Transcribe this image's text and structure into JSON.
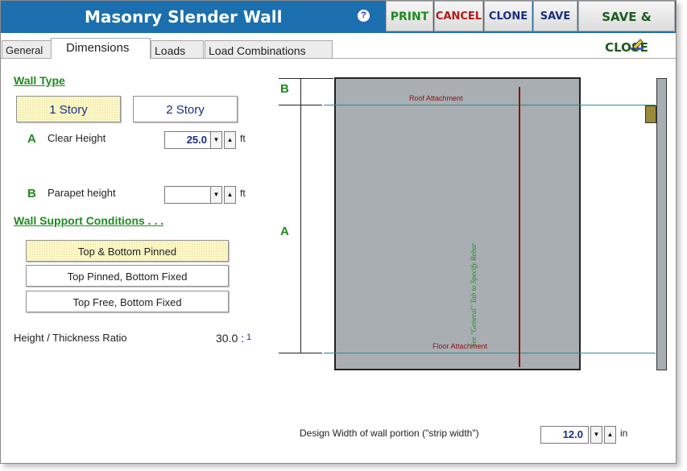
{
  "window": {
    "title": "Masonry Slender Wall",
    "help": "?"
  },
  "toolbar": {
    "print": "PRINT",
    "cancel": "CANCEL",
    "clone": "CLONE",
    "save": "SAVE",
    "save_close": "SAVE & CLOSE"
  },
  "tabs": [
    "General",
    "Dimensions",
    "Loads",
    "Load Combinations"
  ],
  "wall_type": {
    "heading": "Wall Type",
    "options": [
      "1 Story",
      "2 Story"
    ],
    "selected": "1 Story"
  },
  "clear_height": {
    "letter": "A",
    "label": "Clear Height",
    "value": "25.0",
    "unit": "ft"
  },
  "parapet_height": {
    "letter": "B",
    "label": "Parapet height",
    "value": "",
    "unit": "ft"
  },
  "support": {
    "heading": "Wall Support Conditions . . .",
    "options": [
      "Top & Bottom Pinned",
      "Top Pinned, Bottom Fixed",
      "Top Free, Bottom Fixed"
    ],
    "selected": "Top & Bottom Pinned"
  },
  "ratio": {
    "label": "Height / Thickness Ratio",
    "value": "30.0 :",
    "unit": "1"
  },
  "diagram": {
    "label_b": "B",
    "label_a": "A",
    "roof": "Roof Attachment",
    "floor": "Floor Attachment",
    "rebar_note": "See \"General\" Tab to Specify Rebar"
  },
  "design_width": {
    "label": "Design Width of wall portion (\"strip width\")",
    "value": "12.0",
    "unit": "in"
  },
  "colors": {
    "titlebar": "#1b6fae",
    "accent_green": "#1f8a1f",
    "cancel_red": "#b31b1b",
    "selected_fill": "#fbf7c5"
  }
}
